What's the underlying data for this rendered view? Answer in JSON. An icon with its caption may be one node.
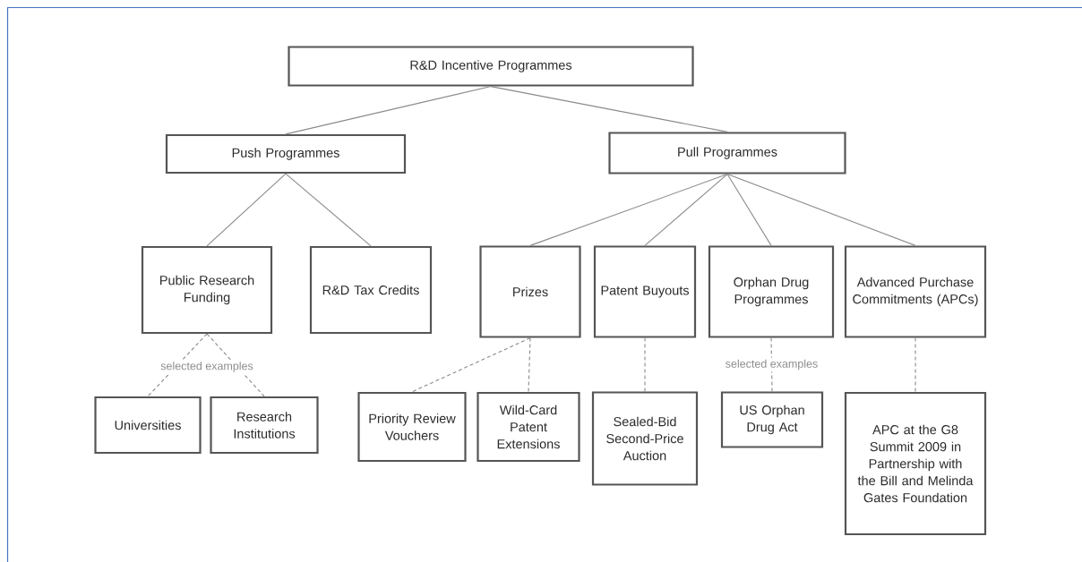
{
  "diagram": {
    "nodes": [
      {
        "text": [
          "R&D Incentive Programmes"
        ]
      },
      {
        "text": [
          "Push Programmes"
        ]
      },
      {
        "text": [
          "Pull Programmes"
        ]
      },
      {
        "text": [
          "Public Research Funding"
        ]
      },
      {
        "text": [
          "R&D Tax Credits"
        ]
      },
      {
        "text": [
          "Prizes"
        ]
      },
      {
        "text": [
          "Patent Buyouts"
        ]
      },
      {
        "text": [
          "Orphan Drug Programmes"
        ]
      },
      {
        "text": [
          "Advanced Purchase Commitments (APCs)"
        ]
      },
      {
        "text": [
          "Universities"
        ]
      },
      {
        "text": [
          "Research Institutions"
        ]
      },
      {
        "text": [
          "Priority Review Vouchers"
        ]
      },
      {
        "text": [
          "Wild-Card Patent Extensions"
        ]
      },
      {
        "text": [
          "Sealed-Bid Second-Price Auction"
        ]
      },
      {
        "text": [
          "US Orphan Drug Act"
        ]
      },
      {
        "text": [
          "APC at the G8 Summit 2009 in Partnership with the Bill and Melinda Gates Foundation"
        ]
      }
    ],
    "edges": [
      {
        "from": 0,
        "to": 1,
        "arrow": "none"
      },
      {
        "from": 0,
        "to": 2,
        "arrow": "none"
      },
      {
        "from": 1,
        "to": 3,
        "arrow": "none"
      },
      {
        "from": 1,
        "to": 4,
        "arrow": "none"
      },
      {
        "from": 2,
        "to": 5,
        "arrow": "none"
      },
      {
        "from": 2,
        "to": 6,
        "arrow": "none"
      },
      {
        "from": 2,
        "to": 7,
        "arrow": "none"
      },
      {
        "from": 2,
        "to": 8,
        "arrow": "none"
      },
      {
        "from": 3,
        "to": 9,
        "arrow": "none",
        "style": "dashed"
      },
      {
        "from": 3,
        "to": 10,
        "arrow": "none",
        "style": "dashed"
      },
      {
        "from": 5,
        "to": 11,
        "arrow": "none",
        "style": "dashed"
      },
      {
        "from": 5,
        "to": 12,
        "arrow": "none",
        "style": "dashed"
      },
      {
        "from": 6,
        "to": 13,
        "arrow": "none",
        "style": "dashed"
      },
      {
        "from": 7,
        "to": 14,
        "arrow": "none",
        "style": "dashed",
        "label": "selected examples"
      },
      {
        "from": 8,
        "to": 15,
        "arrow": "none",
        "style": "dashed"
      }
    ],
    "labels": [
      "selected examples"
    ]
  }
}
